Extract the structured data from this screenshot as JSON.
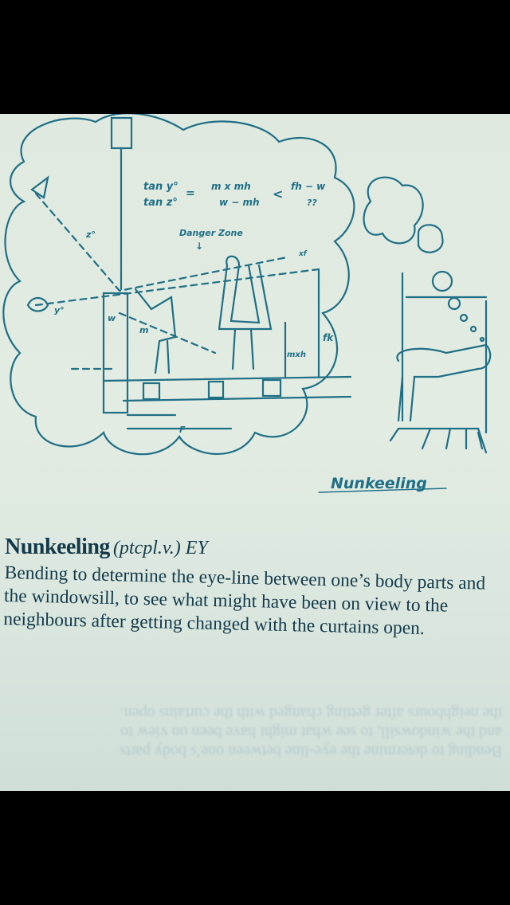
{
  "illustration": {
    "formula": {
      "lhs_num": "tan y°",
      "lhs_den": "tan z°",
      "equals": "=",
      "mid_num": "m x mh",
      "mid_den": "w − mh",
      "lt": "<",
      "rhs_num": "fh − w",
      "rhs_den": "??"
    },
    "danger_zone_label": "Danger Zone",
    "angle_z": "z°",
    "angle_y": "y°",
    "label_w": "w",
    "label_m": "m",
    "label_F": "F",
    "label_fk": "fk",
    "label_mxh": "mxh",
    "label_xf": "xf",
    "caption": "Nunkeeling",
    "stroke_color": "#1f6f86"
  },
  "entry": {
    "headword": "Nunkeeling",
    "part_of_speech": "(ptcpl.v.) EY",
    "definition": "Bending to determine the eye-line between one’s body parts and the windowsill, to see what might have been on view to the neighbours after getting changed with the curtains open."
  }
}
